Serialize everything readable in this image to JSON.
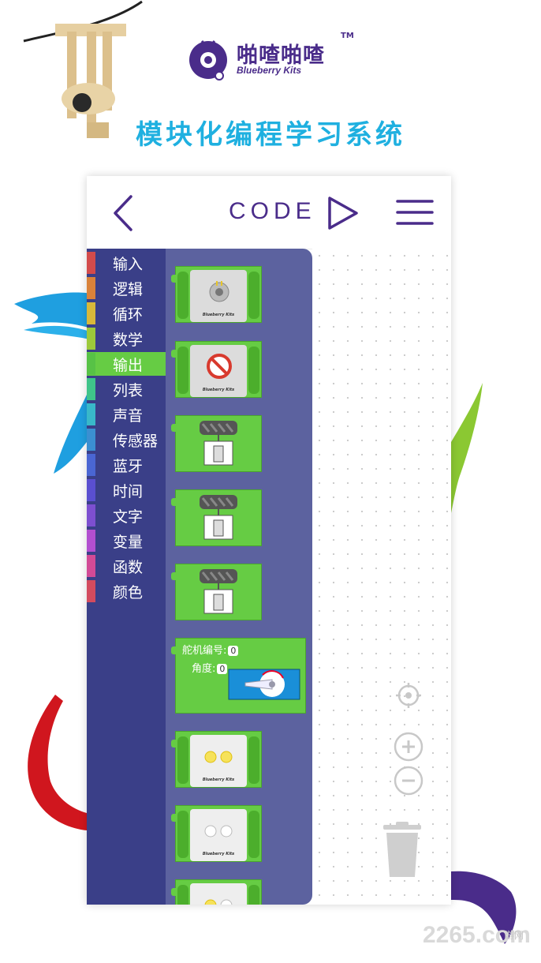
{
  "logo": {
    "name": "啪喳啪喳",
    "tm": "TM",
    "subtitle": "Blueberry Kits"
  },
  "tagline": "模块化编程学习系统",
  "app": {
    "title": "CODE",
    "back_icon": "chevron-left-icon",
    "run_icon": "play-icon",
    "menu_icon": "hamburger-menu-icon"
  },
  "categories": [
    {
      "label": "输入",
      "color": "#d34b4b"
    },
    {
      "label": "逻辑",
      "color": "#d9823a"
    },
    {
      "label": "循环",
      "color": "#d8b83a"
    },
    {
      "label": "数学",
      "color": "#9cc93a"
    },
    {
      "label": "输出",
      "color": "#57c246",
      "active": true
    },
    {
      "label": "列表",
      "color": "#3fc48a"
    },
    {
      "label": "声音",
      "color": "#39b8c9"
    },
    {
      "label": "传感器",
      "color": "#3b8fd1"
    },
    {
      "label": "蓝牙",
      "color": "#4a66d3"
    },
    {
      "label": "时间",
      "color": "#5a4fd0"
    },
    {
      "label": "文字",
      "color": "#7d4fd0"
    },
    {
      "label": "变量",
      "color": "#b24fd0"
    },
    {
      "label": "函数",
      "color": "#d24a96"
    },
    {
      "label": "颜色",
      "color": "#d34b5e"
    }
  ],
  "blocks": {
    "brand_label": "Blueberry Kits",
    "servo": {
      "id_label": "舵机编号:",
      "id_value": "0",
      "angle_label": "角度:",
      "angle_value": "0"
    }
  },
  "canvas_controls": [
    "recenter-icon",
    "zoom-in-icon",
    "zoom-out-icon",
    "trash-icon"
  ],
  "watermark": "2265.com",
  "watermark_sub": "游网",
  "colors": {
    "brand_purple": "#4a2c8a",
    "tagline_blue": "#1fb0e0",
    "category_bg": "#3a3f88",
    "flyout_bg": "#5c629f",
    "block_green": "#66cc44"
  }
}
